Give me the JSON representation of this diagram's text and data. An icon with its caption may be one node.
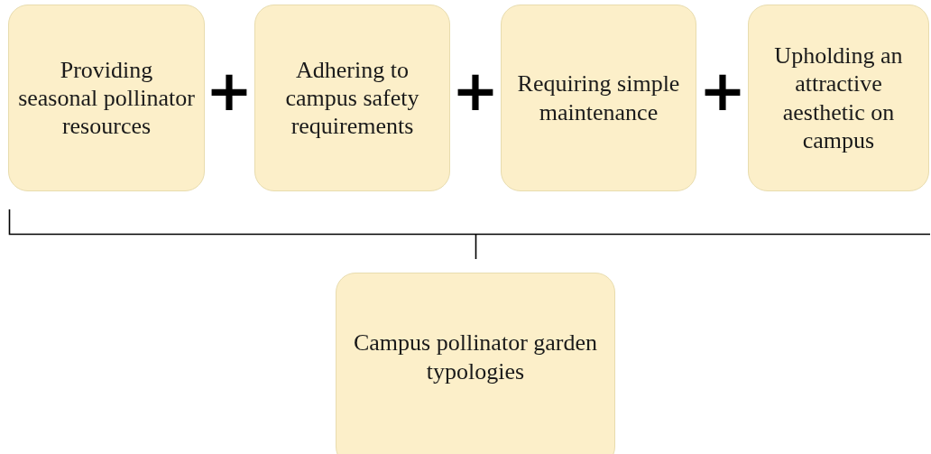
{
  "diagram": {
    "nodes": [
      {
        "text": [
          "Providing seasonal pollinator resources"
        ]
      },
      {
        "text": [
          "Adhering to campus safety requirements"
        ]
      },
      {
        "text": [
          "Requiring simple maintenance"
        ]
      },
      {
        "text": [
          "Upholding an attractive aesthetic on campus"
        ]
      },
      {
        "text": [
          "Campus pollinator garden typologies"
        ]
      }
    ],
    "labels": [
      "+",
      "+",
      "+"
    ]
  }
}
